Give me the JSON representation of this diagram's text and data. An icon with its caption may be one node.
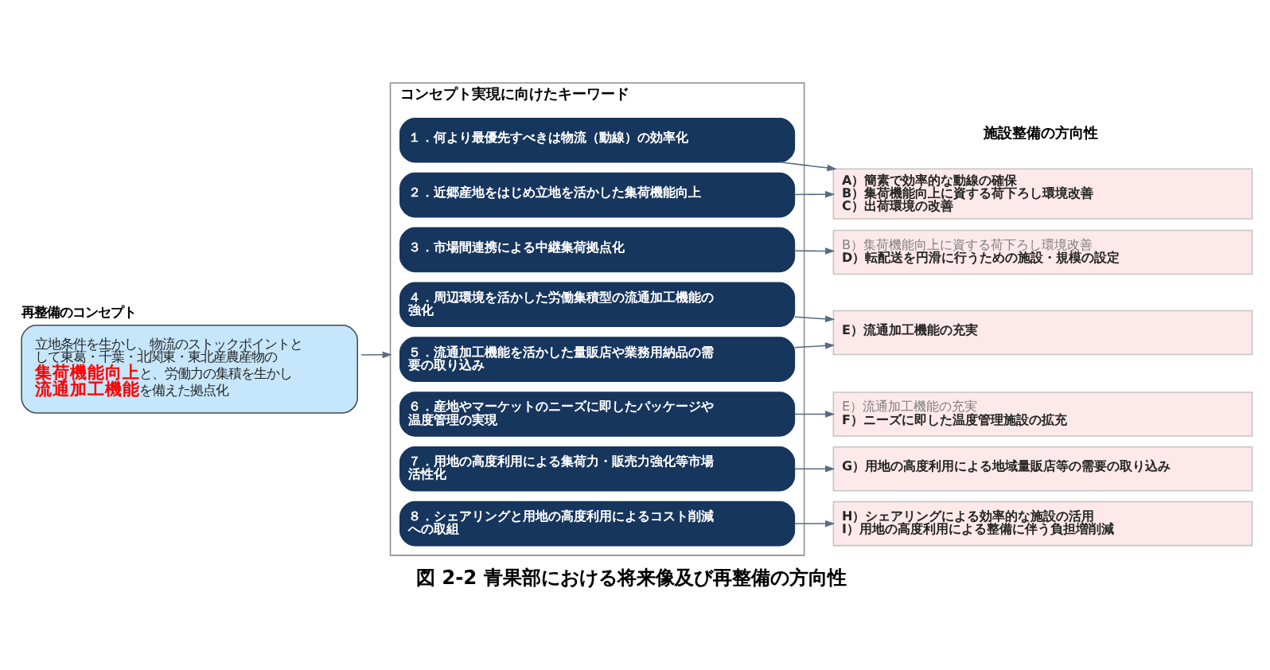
{
  "diagram": {
    "caption": "図 2-2 青果部における将来像及び再整備の方向性",
    "nodes": [
      {
        "text": [
          "再整備のコンセプト",
          "立地条件を生かし、物流のストックポイントとして東葛・千葉・北関東・東北産農産物の**集荷機能向上**と、労働力の集積を生かし**流通加工機能**を備えた拠点化"
        ]
      },
      {
        "text": [
          "コンセプト実現に向けたキーワード"
        ]
      },
      {
        "text": [
          "１．何より最優先すべきは物流（動線）の効率化"
        ],
        "in": 1
      },
      {
        "text": [
          "２．近郷産地をはじめ立地を活かした集荷機能向上"
        ],
        "in": 1
      },
      {
        "text": [
          "３．市場間連携による中継集荷拠点化"
        ],
        "in": 1
      },
      {
        "text": [
          "４．周辺環境を活かした労働集積型の流通加工機能の強化"
        ],
        "in": 1
      },
      {
        "text": [
          "５．流通加工機能を活かした量販店や業務用納品の需要の取り込み"
        ],
        "in": 1
      },
      {
        "text": [
          "６．産地やマーケットのニーズに即したパッケージや温度管理の実現"
        ],
        "in": 1
      },
      {
        "text": [
          "７．用地の高度利用による集荷力・販売力強化等市場活性化"
        ],
        "in": 1
      },
      {
        "text": [
          "８．シェアリングと用地の高度利用によるコスト削減への取組"
        ],
        "in": 1
      },
      {
        "text": [
          "A）簡素で効率的な動線の確保",
          "B）集荷機能向上に資する荷下ろし環境改善",
          "C）出荷環境の改善"
        ]
      },
      {
        "text": [
          "B）集荷機能向上に資する荷下ろし環境改善",
          "D）転配送を円滑に行うための施設・規模の設定"
        ]
      },
      {
        "text": [
          "E）流通加工機能の充実"
        ]
      },
      {
        "text": [
          "E）流通加工機能の充実",
          "F）ニーズに即した温度管理施設の拡充"
        ]
      },
      {
        "text": [
          "G）用地の高度利用による地域量販店等の需要の取り込み"
        ]
      },
      {
        "text": [
          "H）シェアリングによる効率的な施設の活用",
          "I）用地の高度利用による整備に伴う負担増削減"
        ]
      }
    ],
    "edges": [
      {
        "from": 0,
        "to": 1,
        "arrow": "to"
      },
      {
        "from": 2,
        "to": 10,
        "arrow": "to"
      },
      {
        "from": 3,
        "to": 10,
        "arrow": "to"
      },
      {
        "from": 4,
        "to": 11,
        "arrow": "to"
      },
      {
        "from": 5,
        "to": 12,
        "arrow": "to"
      },
      {
        "from": 6,
        "to": 12,
        "arrow": "to"
      },
      {
        "from": 7,
        "to": 13,
        "arrow": "to"
      },
      {
        "from": 8,
        "to": 14,
        "arrow": "to"
      },
      {
        "from": 9,
        "to": 15,
        "arrow": "to"
      }
    ],
    "labels": [
      "施設整備の方向性"
    ]
  }
}
